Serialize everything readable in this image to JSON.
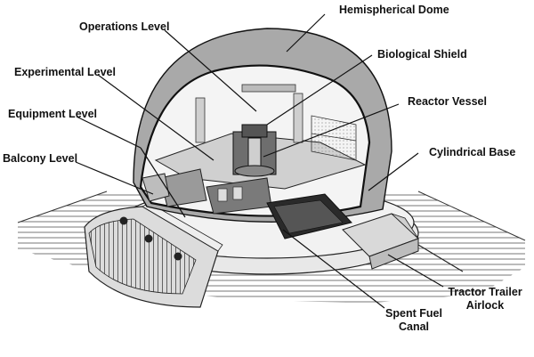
{
  "diagram": {
    "labels": {
      "hemispherical_dome": "Hemispherical Dome",
      "operations_level": "Operations Level",
      "biological_shield": "Biological Shield",
      "experimental_level": "Experimental Level",
      "reactor_vessel": "Reactor Vessel",
      "equipment_level": "Equipment Level",
      "cylindrical_base": "Cylindrical Base",
      "balcony_level": "Balcony Level",
      "tractor_trailer_line1": "Tractor Trailer",
      "tractor_trailer_line2": "Airlock",
      "spent_fuel_line1": "Spent Fuel",
      "spent_fuel_line2": "Canal"
    }
  }
}
